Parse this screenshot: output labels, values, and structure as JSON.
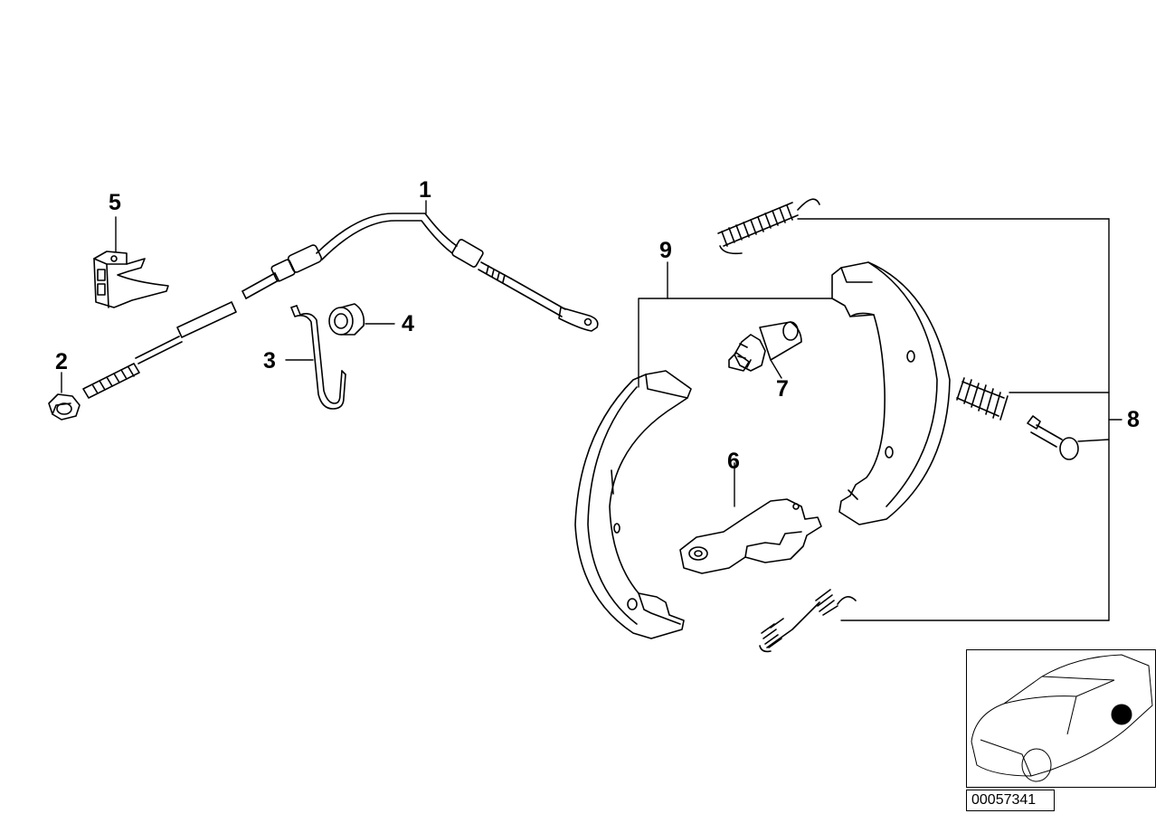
{
  "callouts": {
    "c1": "1",
    "c2": "2",
    "c3": "3",
    "c4": "4",
    "c5": "5",
    "c6": "6",
    "c7": "7",
    "c8": "8",
    "c9": "9"
  },
  "reference_number": "00057341",
  "locator_icon": "car-rear-wheel-locator-icon"
}
